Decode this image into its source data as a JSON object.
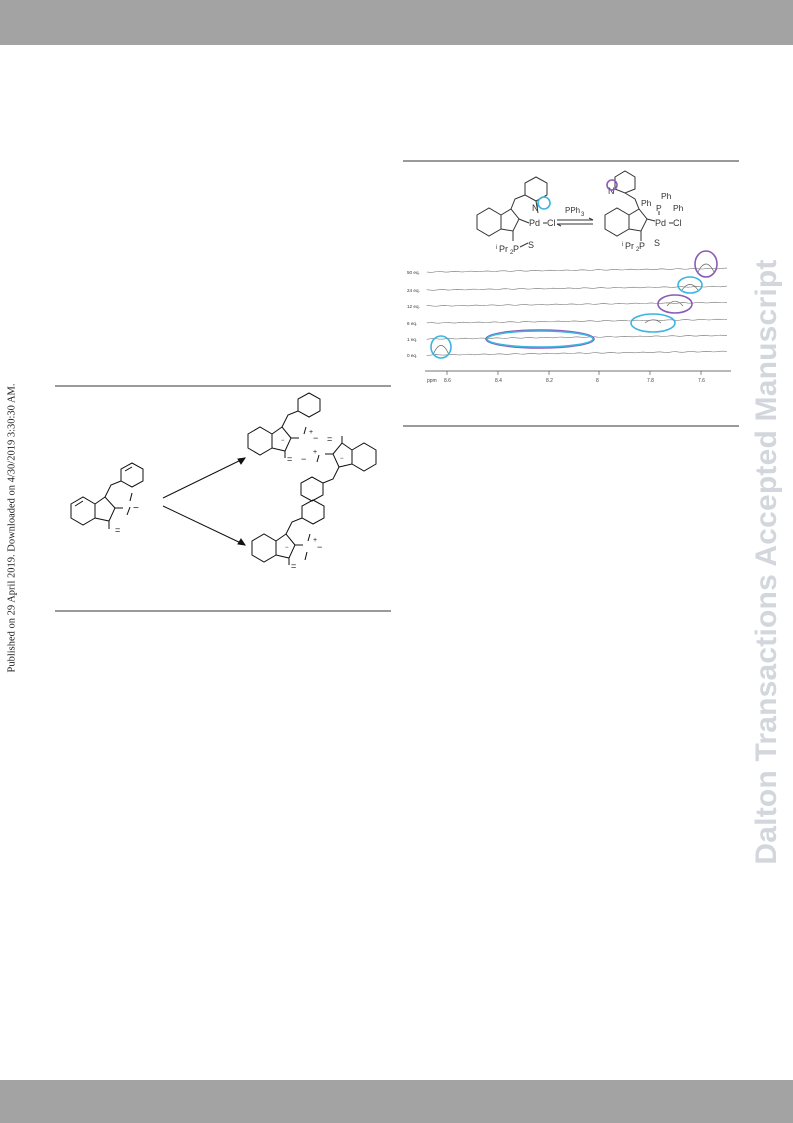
{
  "header": {
    "color": "#a3a3a3"
  },
  "footer": {
    "color": "#a3a3a3"
  },
  "side_notes": {
    "published": "Published on 29 April 2019. Downloaded on 4/30/2019 3:30:30 AM.",
    "watermark": "Dalton Transactions Accepted Manuscript"
  },
  "figure_right": {
    "reagent": "PPh",
    "reagent_sub": "3",
    "left_complex": {
      "pd": "Pd",
      "cl": "Cl",
      "n": "N",
      "ipr": "Pr",
      "ipr_prefix": "i",
      "ipr_sub": "2",
      "ps": "P",
      "s": "S"
    },
    "right_complex": {
      "pd": "Pd",
      "cl": "Cl",
      "n": "N",
      "ph1": "Ph",
      "ph2": "Ph",
      "ph3": "Ph",
      "p": "P",
      "ipr": "Pr",
      "ipr_prefix": "i",
      "ipr_sub": "2",
      "ps": "P",
      "s": "S"
    },
    "spectra": {
      "labels": [
        "50 eq.",
        "24 eq.",
        "12 eq.",
        "6 eq.",
        "1 eq.",
        "0 eq."
      ],
      "axis_unit": "ppm",
      "ticks": [
        "8.6",
        "8.4",
        "8.2",
        "8",
        "7.8",
        "7.6"
      ],
      "highlight_colors": {
        "purple": "#8a5bb5",
        "cyan": "#3ab4e0"
      }
    }
  },
  "figure_left": {
    "charges": {
      "minus": "−",
      "plus": "+",
      "dbl": "="
    }
  }
}
